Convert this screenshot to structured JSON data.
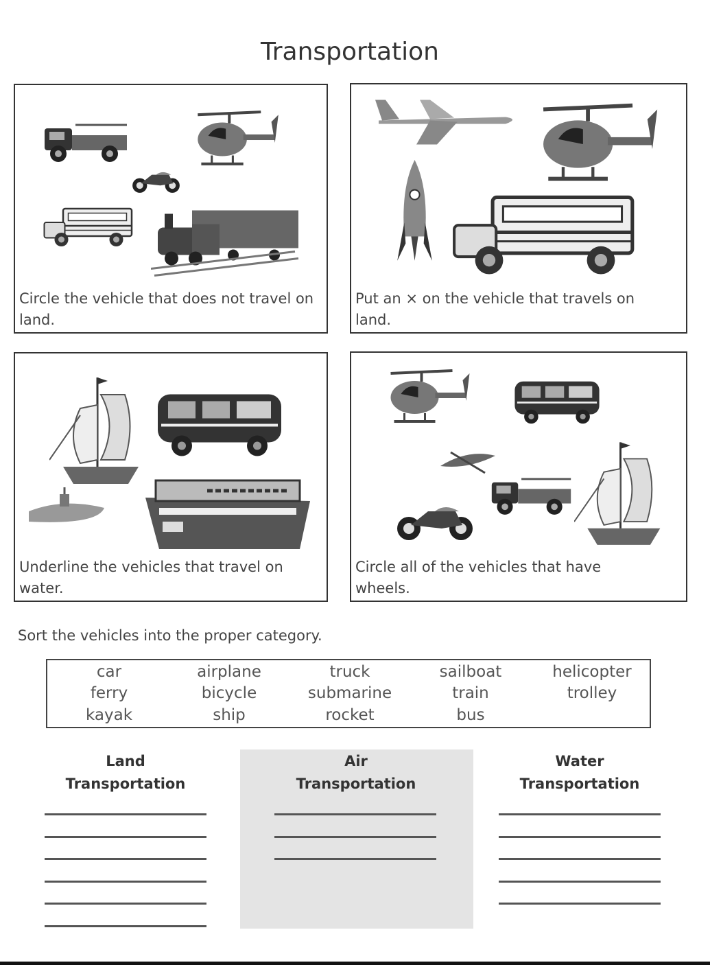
{
  "title": "Transportation",
  "panels": [
    {
      "instruction": "Circle the vehicle that does not travel on land.",
      "pictures": [
        "pickup-truck",
        "helicopter",
        "motorcycle",
        "bus",
        "steam-train"
      ]
    },
    {
      "instruction": "Put an × on the vehicle that travels on land.",
      "pictures": [
        "airplane",
        "helicopter",
        "rocket",
        "bus"
      ]
    },
    {
      "instruction": "Underline the vehicles that travel on water.",
      "pictures": [
        "sailboat",
        "trolley",
        "submarine",
        "ferry"
      ]
    },
    {
      "instruction": "Circle all of the vehicles that have wheels.",
      "pictures": [
        "helicopter",
        "trolley",
        "kayak",
        "pickup-truck",
        "motorcycle",
        "sailboat"
      ]
    }
  ],
  "sort_prompt": "Sort the vehicles into the proper category.",
  "word_bank": [
    [
      "car",
      "airplane",
      "truck",
      "sailboat",
      "helicopter"
    ],
    [
      "ferry",
      "bicycle",
      "submarine",
      "train",
      "trolley"
    ],
    [
      "kayak",
      "ship",
      "rocket",
      "bus"
    ]
  ],
  "categories": [
    {
      "line1": "Land",
      "line2": "Transportation",
      "blank_lines": 6
    },
    {
      "line1": "Air",
      "line2": "Transportation",
      "blank_lines": 3
    },
    {
      "line1": "Water",
      "line2": "Transportation",
      "blank_lines": 5
    }
  ]
}
